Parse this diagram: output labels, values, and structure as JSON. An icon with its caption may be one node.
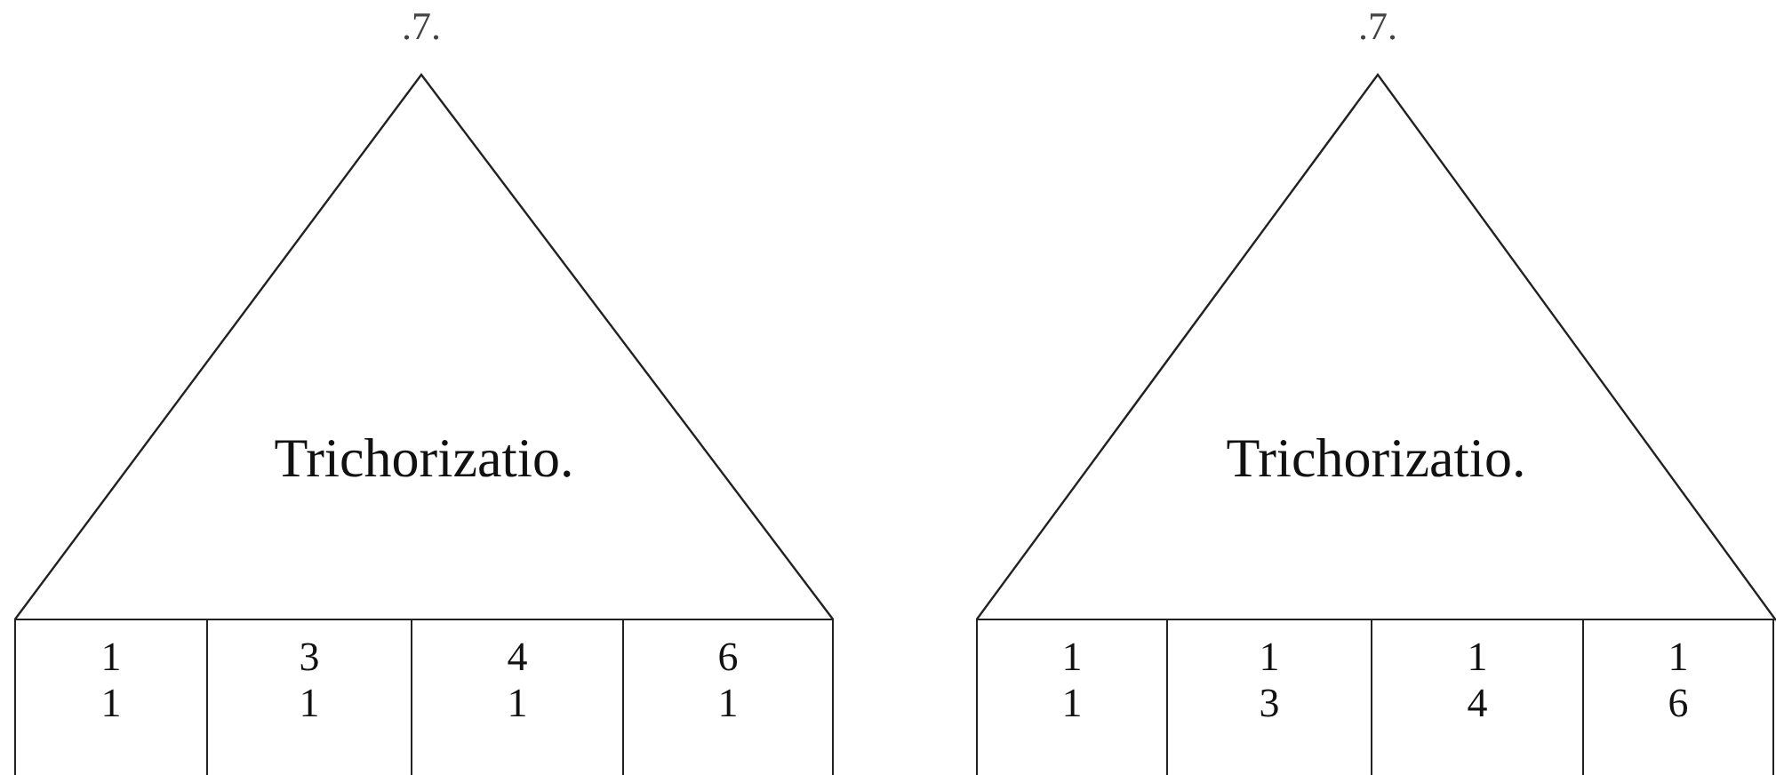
{
  "diagram": {
    "nodes": [
      {
        "text": [
          ".7.",
          "Trichorizatio."
        ]
      },
      {
        "text": [
          "1",
          "1"
        ]
      },
      {
        "text": [
          "3",
          "1"
        ]
      },
      {
        "text": [
          "4",
          "1"
        ]
      },
      {
        "text": [
          "6",
          "1"
        ]
      },
      {
        "text": [
          ".7.",
          "Trichorizatio."
        ]
      },
      {
        "text": [
          "1",
          "1"
        ]
      },
      {
        "text": [
          "1",
          "3"
        ]
      },
      {
        "text": [
          "1",
          "4"
        ]
      },
      {
        "text": [
          "1",
          "6"
        ]
      }
    ]
  }
}
